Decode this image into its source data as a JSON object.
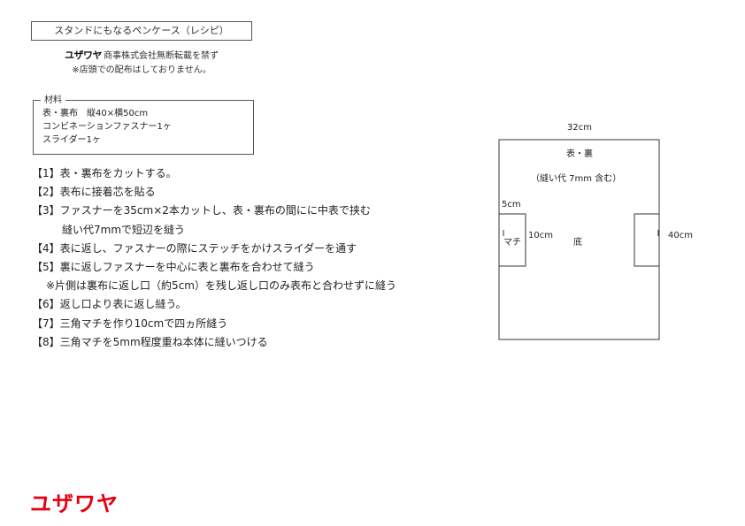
{
  "header": {
    "title": "スタンドにもなるペンケース（レシピ）",
    "brand_logo": "ユザワヤ",
    "brand_notice": "商事株式会社無断転載を禁ず",
    "distribution_notice": "※店頭での配布はしておりません。"
  },
  "materials": {
    "heading": "材料",
    "items": [
      "表・裏布　縦40×横50cm",
      "コンビネーションファスナー1ヶ",
      "スライダー1ヶ"
    ]
  },
  "steps": [
    "【1】表・裏布をカットする。",
    "【2】表布に接着芯を貼る",
    "【3】ファスナーを35cm×2本カットし、表・裏布の間にに中表で挟む",
    "縫い代7mmで短辺を縫う",
    "【4】表に返し、ファスナーの際にステッチをかけスライダーを通す",
    "【5】裏に返しファスナーを中心に表と裏布を合わせて縫う",
    "※片側は裏布に返し口（約5cm）を残し返し口のみ表布と合わせずに縫う",
    "【6】返し口より表に返し縫う。",
    "【7】三角マチを作り10cmで四ヵ所縫う",
    "【8】三角マチを5mm程度重ね本体に縫いつける"
  ],
  "diagram": {
    "width_label": "32cm",
    "height_label": "40cm",
    "main_label": "表・裏",
    "seam_note": "（縫い代 7mm 含む）",
    "gusset_width_label": "5cm",
    "gusset_label": "マチ",
    "gusset_height_label": "10cm",
    "bottom_label": "底"
  },
  "footer": {
    "logo": "ユザワヤ",
    "logo_color": "#e60012"
  }
}
